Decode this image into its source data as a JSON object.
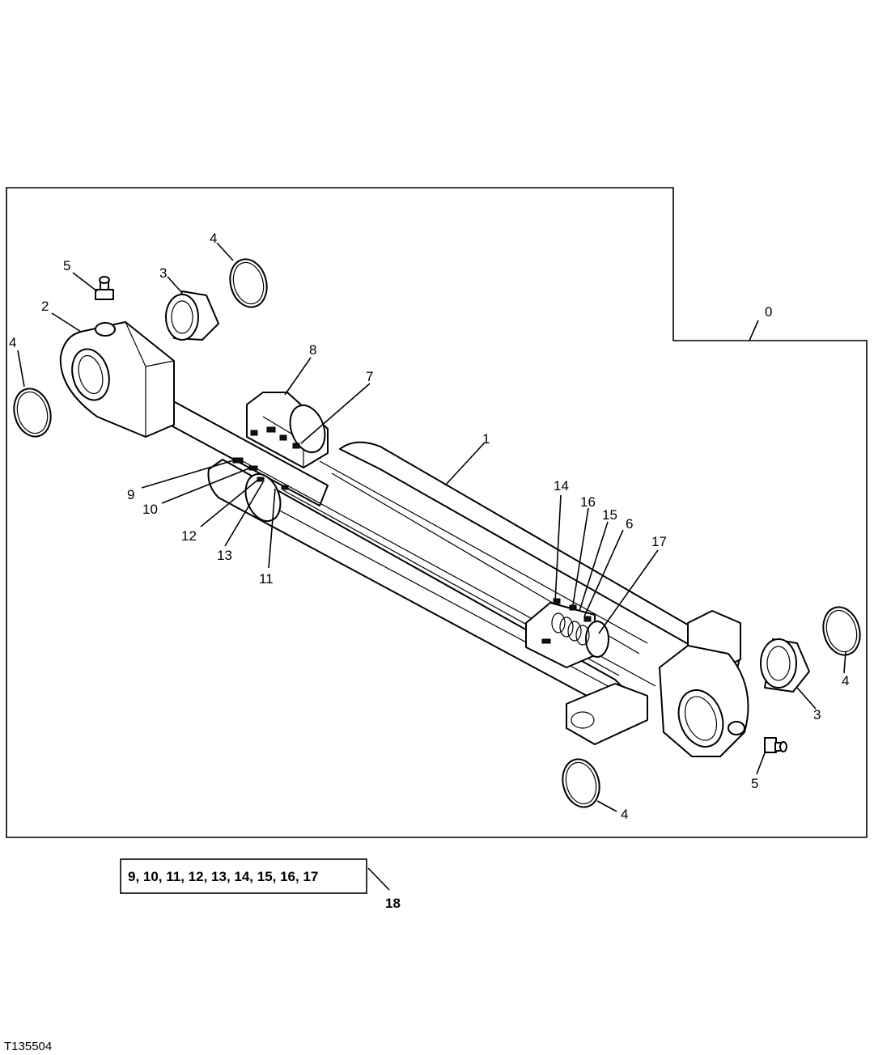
{
  "figure_id": "T135504",
  "kit": {
    "contents": "9, 10, 11, 12, 13, 14, 15, 16, 17",
    "number": "18"
  },
  "callouts": {
    "assembly": "0",
    "barrel": "1",
    "rod_end": "2",
    "bushing_top": "3",
    "bushing_right": "3",
    "snap_ring_top": "4",
    "snap_ring_left": "4",
    "snap_ring_right": "4",
    "snap_ring_bottom": "4",
    "grease_fitting_top": "5",
    "grease_fitting_right": "5",
    "piston": "6",
    "seal_7": "7",
    "gland": "8",
    "seal_9": "9",
    "seal_10": "10",
    "seal_11": "11",
    "seal_12": "12",
    "seal_13": "13",
    "seal_14": "14",
    "seal_15": "15",
    "seal_16": "16",
    "nut_17": "17"
  }
}
